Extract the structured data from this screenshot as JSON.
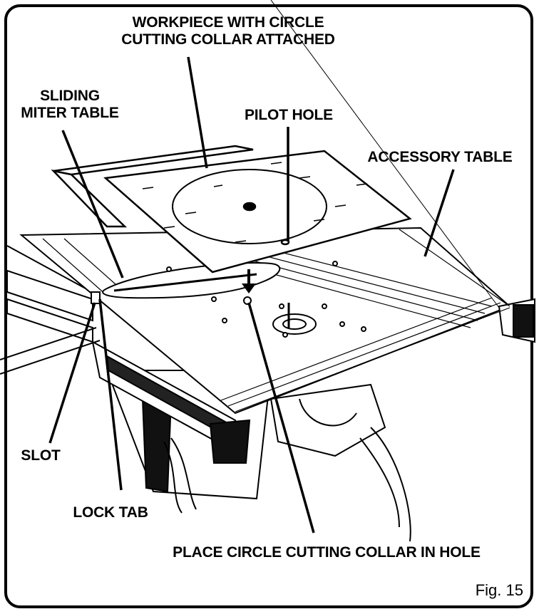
{
  "labels": {
    "workpiece_line1": "WORKPIECE WITH CIRCLE",
    "workpiece_line2": "CUTTING COLLAR ATTACHED",
    "sliding_line1": "SLIDING",
    "sliding_line2": "MITER TABLE",
    "pilot_hole": "PILOT HOLE",
    "accessory_table": "ACCESSORY TABLE",
    "slot": "SLOT",
    "lock_tab": "LOCK TAB",
    "place_collar": "PLACE  CIRCLE CUTTING COLLAR IN HOLE"
  },
  "figure_number": "Fig. 15"
}
